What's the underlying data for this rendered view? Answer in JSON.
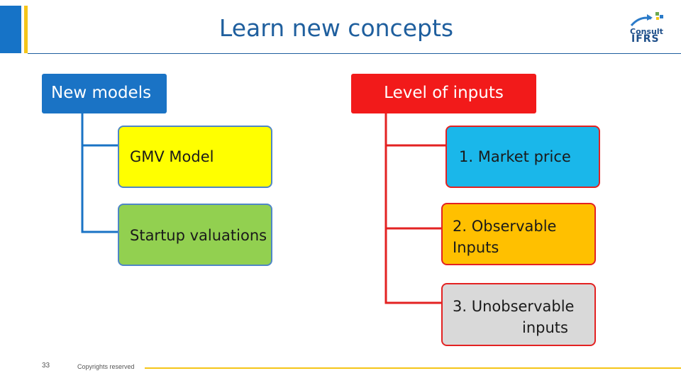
{
  "header": {
    "title": "Learn new concepts",
    "logo": {
      "line1": "Consult",
      "line2": "IFRS"
    }
  },
  "diagram": {
    "left": {
      "header": "New models",
      "color": "#1a73c5",
      "children": [
        "GMV Model",
        "Startup valuations"
      ],
      "child_colors": [
        "#ffff00",
        "#92d050"
      ]
    },
    "right": {
      "header": "Level of inputs",
      "color": "#f21a1a",
      "children": [
        "1. Market price",
        "2. Observable Inputs",
        "3. Unobservable inputs"
      ],
      "child_colors": [
        "#1ab7ea",
        "#ffc000",
        "#d9d9d9"
      ]
    }
  },
  "footer": {
    "page_number": "33",
    "copyright": "Copyrights reserved"
  },
  "colors": {
    "title": "#1f5f9e",
    "accent_blue": "#1673c7",
    "accent_yellow": "#f5c518"
  }
}
